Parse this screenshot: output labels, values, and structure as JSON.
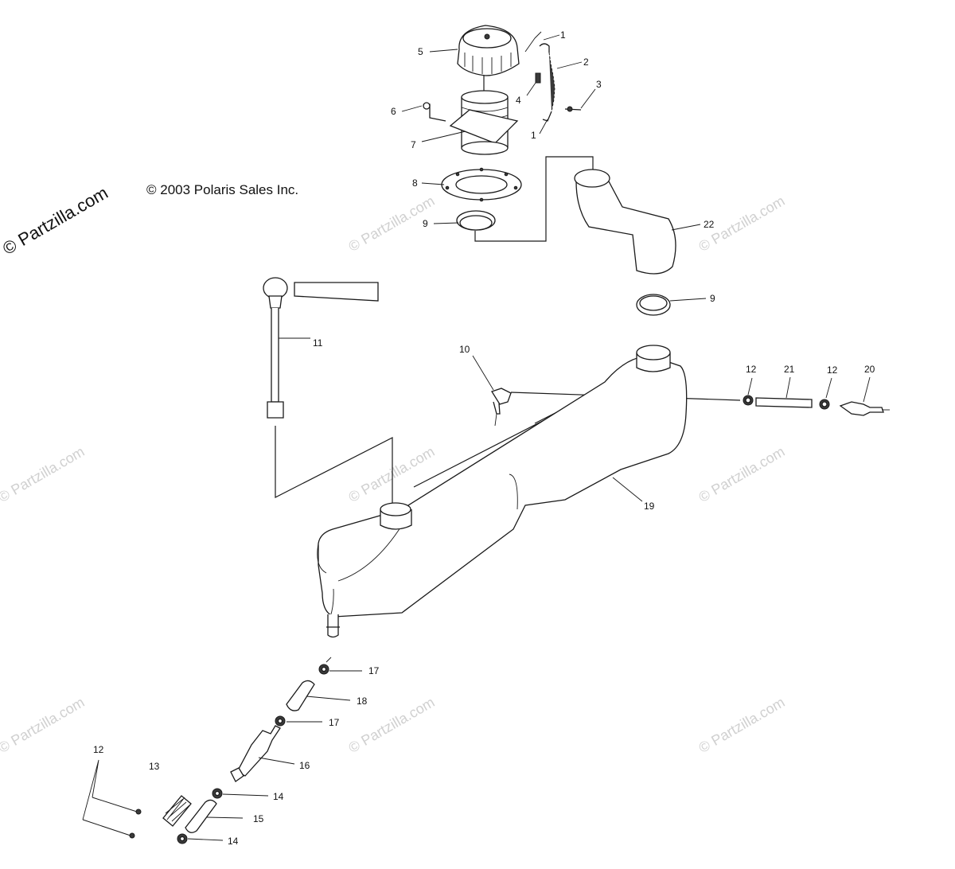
{
  "copyright": "© 2003 Polaris Sales Inc.",
  "watermark": "© Partzilla.com",
  "callouts": {
    "c1a": "1",
    "c1b": "1",
    "c2": "2",
    "c3": "3",
    "c4": "4",
    "c5": "5",
    "c6": "6",
    "c7": "7",
    "c8": "8",
    "c9a": "9",
    "c9b": "9",
    "c10": "10",
    "c11": "11",
    "c12a": "12",
    "c12b": "12",
    "c12c": "12",
    "c13": "13",
    "c14a": "14",
    "c14b": "14",
    "c15": "15",
    "c16": "16",
    "c17a": "17",
    "c17b": "17",
    "c18": "18",
    "c19": "19",
    "c20": "20",
    "c21": "21",
    "c22": "22"
  }
}
